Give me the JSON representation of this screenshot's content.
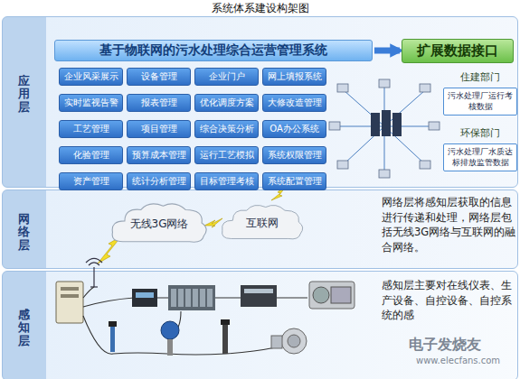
{
  "diagram": {
    "title": "系统体系建设构架图",
    "nodes": [
      {
        "text": [
          "应用层"
        ]
      },
      {
        "text": [
          "基于物联网的污水处理综合运营管理系统"
        ],
        "in": 0
      },
      {
        "text": [
          "扩展数据接口"
        ],
        "in": 0
      },
      {
        "text": [
          "企业风采展示"
        ],
        "in": 0
      },
      {
        "text": [
          "设备管理"
        ],
        "in": 0
      },
      {
        "text": [
          "企业门户"
        ],
        "in": 0
      },
      {
        "text": [
          "网上填报系统"
        ],
        "in": 0
      },
      {
        "text": [
          "实时监视告警"
        ],
        "in": 0
      },
      {
        "text": [
          "报表管理"
        ],
        "in": 0
      },
      {
        "text": [
          "优化调度方案"
        ],
        "in": 0
      },
      {
        "text": [
          "大修改造管理"
        ],
        "in": 0
      },
      {
        "text": [
          "工艺管理"
        ],
        "in": 0
      },
      {
        "text": [
          "项目管理"
        ],
        "in": 0
      },
      {
        "text": [
          "综合决策分析"
        ],
        "in": 0
      },
      {
        "text": [
          "OA办公系统"
        ],
        "in": 0
      },
      {
        "text": [
          "化验管理"
        ],
        "in": 0
      },
      {
        "text": [
          "预算成本管理"
        ],
        "in": 0
      },
      {
        "text": [
          "运行工艺模拟"
        ],
        "in": 0
      },
      {
        "text": [
          "系统权限管理"
        ],
        "in": 0
      },
      {
        "text": [
          "资产管理"
        ],
        "in": 0
      },
      {
        "text": [
          "统计分析管理"
        ],
        "in": 0
      },
      {
        "text": [
          "目标管理考核"
        ],
        "in": 0
      },
      {
        "text": [
          "系统配置管理"
        ],
        "in": 0
      },
      {
        "text": [
          "住建部门",
          "污水处理厂运行考核数据"
        ],
        "in": 0
      },
      {
        "text": [
          "环保部门",
          "污水处理厂水质达标排放监管数据"
        ],
        "in": 0
      },
      {
        "text": [
          "网络层",
          "网络层将感知层获取的信息进行传递和处理，网络层包括无线3G网络与互联网的融合网络。"
        ]
      },
      {
        "text": [
          "无线3G网络"
        ],
        "in": 25
      },
      {
        "text": [
          "互联网"
        ],
        "in": 25
      },
      {
        "text": [
          "感知层",
          "感知层主要对在线仪表、生产设备、自控设备、自控系统的感"
        ]
      }
    ],
    "edges": [
      {
        "from": 1,
        "to": 2,
        "arrow": "to"
      }
    ],
    "labels": [
      "电子发烧友",
      "www.elecfans.com"
    ]
  }
}
